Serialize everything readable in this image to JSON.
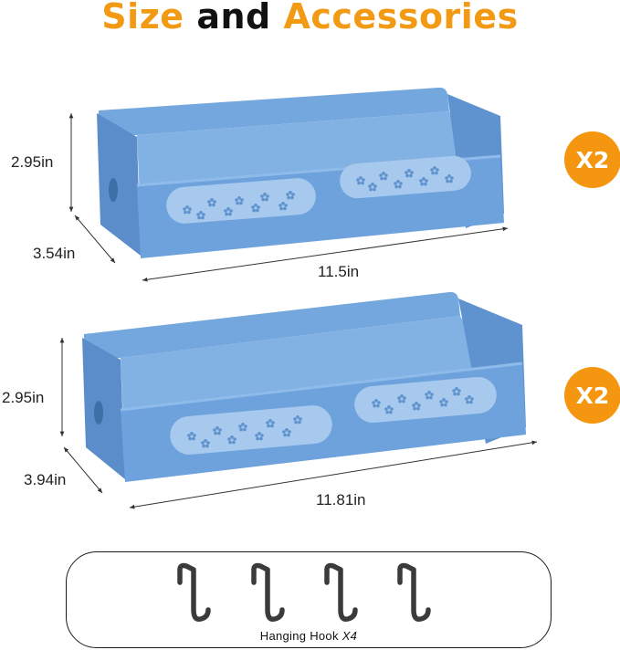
{
  "title": {
    "part1": "Size",
    "part2": "and",
    "part3": "Accessories"
  },
  "colors": {
    "accent": "#f29a14",
    "shelf": "#6fa3dc",
    "shelf_dark": "#4f86c4",
    "hook": "#3b3b3b"
  },
  "shelf_small": {
    "height": "2.95in",
    "depth": "3.54in",
    "length": "11.5in",
    "quantity": "X2"
  },
  "shelf_large": {
    "height": "2.95in",
    "depth": "3.94in",
    "length": "11.81in",
    "quantity": "X2"
  },
  "hooks": {
    "caption": "Hanging Hook",
    "count": "X4",
    "icon": "hanging-hook-icon"
  }
}
